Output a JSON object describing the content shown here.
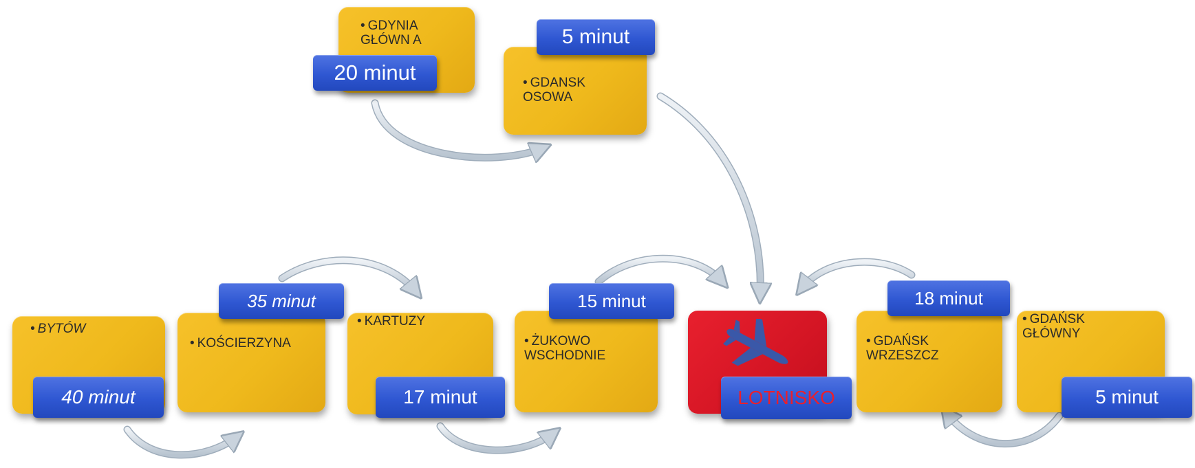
{
  "colors": {
    "card": "#efb91c",
    "tag": "#2f57d2",
    "airport": "#d41524",
    "airport_label_text": "#e8202e",
    "plane": "#3a58a8",
    "arrow": "#cfd8e2"
  },
  "stations": {
    "gdynia": "GDYNIA GŁÓWN A",
    "osowa": "GDANSK OSOWA",
    "bytow": "BYTÓW",
    "koscierzyna": "KOŚCIERZYNA",
    "kartuzy": "KARTUZY",
    "zukowo": "ŻUKOWO WSCHODNIE",
    "wrzeszcz": "GDAŃSK WRZESZCZ",
    "glowny": "GDAŃSK GŁÓWNY"
  },
  "times": {
    "gdynia": "20 minut",
    "osowa": "5 minut",
    "bytow": "40 minut",
    "koscierzyna": "35 minut",
    "kartuzy": "17 minut",
    "zukowo": "15 minut",
    "wrzeszcz": "18 minut",
    "glowny": "5 minut"
  },
  "airport": {
    "label": "LOTNISKO",
    "icon": "airplane-icon"
  }
}
